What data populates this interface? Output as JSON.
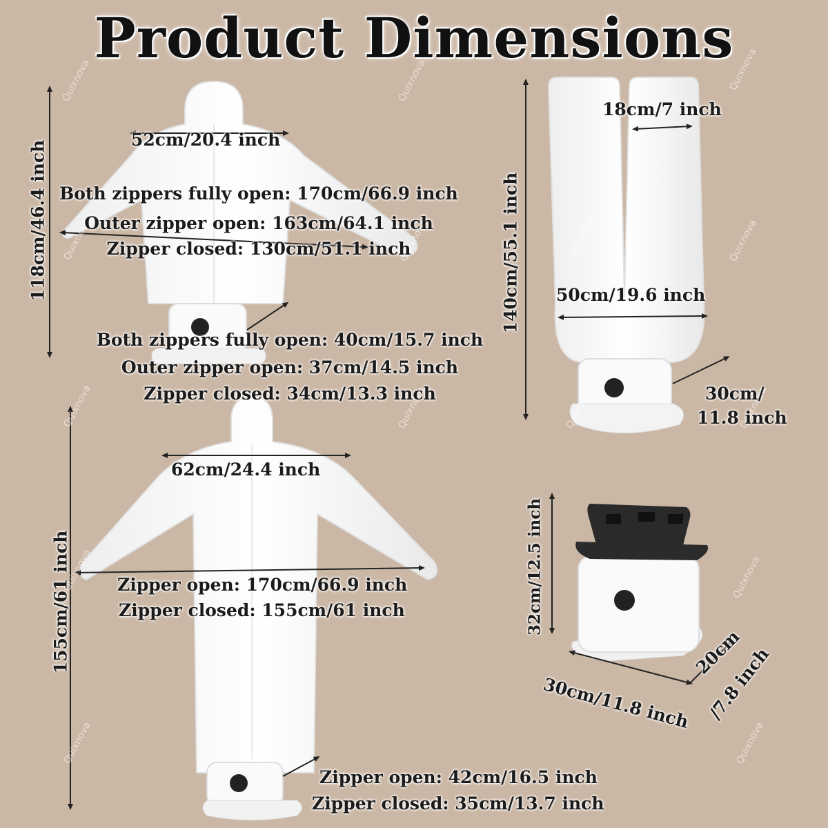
{
  "title": "Product Dimensions",
  "watermark": "Quixnova",
  "top_left": {
    "height": "118cm/46.4 inch",
    "shoulder_width": "52cm/20.4 inch",
    "arm_span_lines": [
      "Both zippers fully open: 170cm/66.9 inch",
      "Outer zipper open: 163cm/64.1 inch",
      "Zipper closed: 130cm/51.1 inch"
    ],
    "base_lines": [
      "Both zippers fully open: 40cm/15.7 inch",
      "Outer zipper open: 37cm/14.5 inch",
      "Zipper closed: 34cm/13.3 inch"
    ]
  },
  "top_right": {
    "height": "140cm/55.1 inch",
    "leg_width": "18cm/7 inch",
    "hip_width": "50cm/19.6 inch",
    "depth_line1": "30cm/",
    "depth_line2": "11.8 inch"
  },
  "bottom_left": {
    "height": "155cm/61 inch",
    "shoulder_width": "62cm/24.4 inch",
    "arm_span_lines": [
      "Zipper open: 170cm/66.9 inch",
      "Zipper closed: 155cm/61 inch"
    ],
    "base_lines": [
      "Zipper open: 42cm/16.5 inch",
      "Zipper closed: 35cm/13.7 inch"
    ]
  },
  "bottom_right": {
    "height": "32cm/12.5 inch",
    "width": "30cm/11.8 inch",
    "depth_line1": "20cm",
    "depth_line2": "/7.8 inch"
  },
  "colors": {
    "background": "#cbb7a5",
    "text": "#1b1b1b",
    "garment": "#ffffff"
  }
}
